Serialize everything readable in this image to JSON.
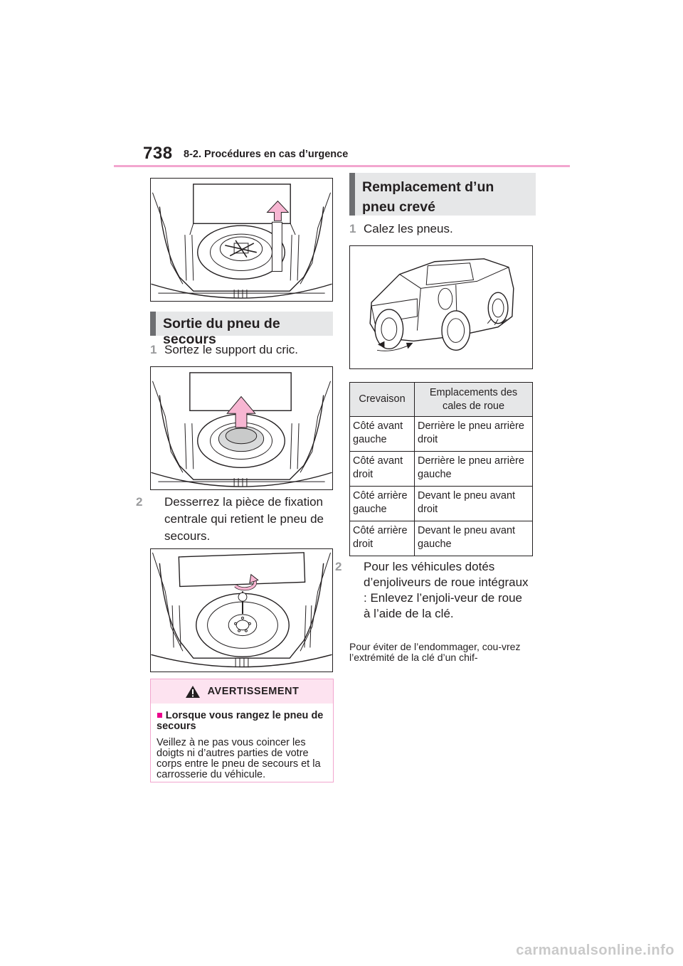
{
  "header": {
    "page_number": "738",
    "chapter": "8-2. Procédures en cas d’urgence"
  },
  "left": {
    "section_title": "Sortie du pneu de secours",
    "step1": {
      "num": "1",
      "text": "Sortez le support du cric."
    },
    "step2": {
      "num": "2",
      "text": "Desserrez la pièce de fixation centrale qui retient le pneu de secours."
    },
    "warning": {
      "title": "AVERTISSEMENT",
      "subtitle_marker": "■",
      "subtitle": "Lorsque vous rangez le pneu de secours",
      "text": "Veillez à ne pas vous coincer les doigts ni d’autres parties de votre corps entre le pneu de secours et la carrosserie du véhicule."
    }
  },
  "right": {
    "section_title": "Remplacement d’un pneu crevé",
    "step1": {
      "num": "1",
      "text": "Calez les pneus."
    },
    "table": {
      "headers": [
        "Crevaison",
        "Emplacements des cales de roue"
      ],
      "rows": [
        [
          "Côté avant gauche",
          "Derrière le pneu arrière droit"
        ],
        [
          "Côté avant droit",
          "Derrière le pneu arrière gauche"
        ],
        [
          "Côté arrière gauche",
          "Devant le pneu avant droit"
        ],
        [
          "Côté arrière droit",
          "Devant le pneu avant gauche"
        ]
      ]
    },
    "step2": {
      "num": "2",
      "text": "Pour les véhicules dotés d’enjoliveurs de roue intégraux : Enlevez l’enjoli-veur de roue à l’aide de la clé."
    },
    "note": "Pour éviter de l’endommager, cou-vrez l’extrémité de la clé d’un chif-"
  },
  "footer": {
    "watermark": "carmanualsonline.info"
  },
  "colors": {
    "accent_pink": "#f2a6cf",
    "warn_bg": "#fde3f0",
    "arrow_pink": "#f7b6d2",
    "title_gray": "#e6e7e8"
  }
}
